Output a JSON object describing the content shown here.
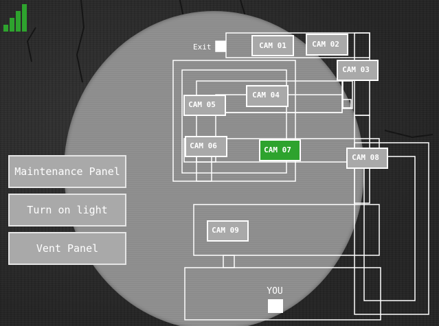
{
  "signal_bars": 4,
  "side_panel": {
    "maintenance_label": "Maintenance Panel",
    "light_label": "Turn on light",
    "vent_label": "Vent Panel"
  },
  "map": {
    "exit_label": "Exit",
    "you_label": "YOU",
    "selected_camera": "CAM 07",
    "cameras": [
      {
        "id": "cam01",
        "label": "CAM 01"
      },
      {
        "id": "cam02",
        "label": "CAM 02"
      },
      {
        "id": "cam03",
        "label": "CAM 03"
      },
      {
        "id": "cam04",
        "label": "CAM 04"
      },
      {
        "id": "cam05",
        "label": "CAM 05"
      },
      {
        "id": "cam06",
        "label": "CAM 06"
      },
      {
        "id": "cam07",
        "label": "CAM 07"
      },
      {
        "id": "cam08",
        "label": "CAM 08"
      },
      {
        "id": "cam09",
        "label": "CAM 09"
      }
    ]
  },
  "colors": {
    "selected_camera": "#2ea32e",
    "camera_button": "#a9a9a9",
    "signal": "#2ea32e",
    "map_line": "#ffffff"
  }
}
